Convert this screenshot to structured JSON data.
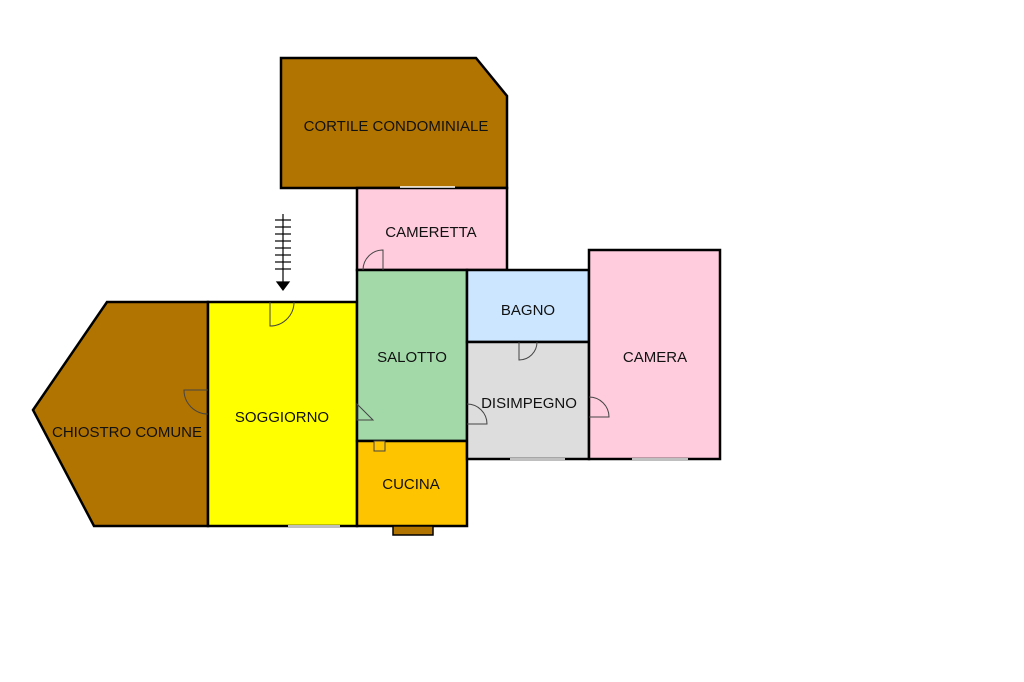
{
  "rooms": {
    "cortile": {
      "label": "CORTILE CONDOMINIALE",
      "color": "#b27400"
    },
    "cameretta": {
      "label": "CAMERETTA",
      "color": "#ffccdd"
    },
    "chiostro": {
      "label": "CHIOSTRO COMUNE",
      "color": "#b27400"
    },
    "soggiorno": {
      "label": "SOGGIORNO",
      "color": "#ffff00"
    },
    "salotto": {
      "label": "SALOTTO",
      "color": "#a3d9a9"
    },
    "cucina": {
      "label": "CUCINA",
      "color": "#ffc400"
    },
    "bagno": {
      "label": "BAGNO",
      "color": "#cce6ff"
    },
    "disimpegno": {
      "label": "DISIMPEGNO",
      "color": "#dddddd"
    },
    "camera": {
      "label": "CAMERA",
      "color": "#ffccdd"
    }
  }
}
